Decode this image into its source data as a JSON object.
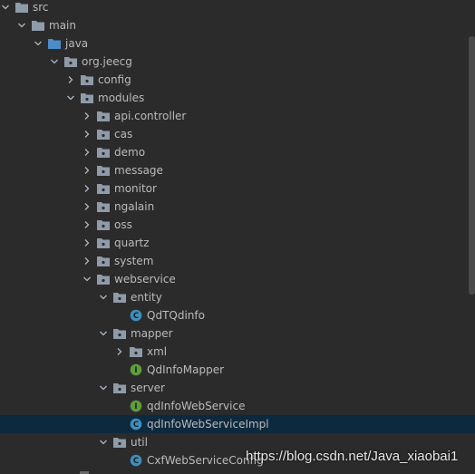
{
  "tree": [
    {
      "label": "src",
      "depth": 0,
      "expanded": true,
      "icon": "folder"
    },
    {
      "label": "main",
      "depth": 1,
      "expanded": true,
      "icon": "folder"
    },
    {
      "label": "java",
      "depth": 2,
      "expanded": true,
      "icon": "folder-source"
    },
    {
      "label": "org.jeecg",
      "depth": 3,
      "expanded": true,
      "icon": "package"
    },
    {
      "label": "config",
      "depth": 4,
      "expanded": false,
      "icon": "package"
    },
    {
      "label": "modules",
      "depth": 4,
      "expanded": true,
      "icon": "package"
    },
    {
      "label": "api.controller",
      "depth": 5,
      "expanded": false,
      "icon": "package"
    },
    {
      "label": "cas",
      "depth": 5,
      "expanded": false,
      "icon": "package"
    },
    {
      "label": "demo",
      "depth": 5,
      "expanded": false,
      "icon": "package"
    },
    {
      "label": "message",
      "depth": 5,
      "expanded": false,
      "icon": "package"
    },
    {
      "label": "monitor",
      "depth": 5,
      "expanded": false,
      "icon": "package"
    },
    {
      "label": "ngalain",
      "depth": 5,
      "expanded": false,
      "icon": "package"
    },
    {
      "label": "oss",
      "depth": 5,
      "expanded": false,
      "icon": "package"
    },
    {
      "label": "quartz",
      "depth": 5,
      "expanded": false,
      "icon": "package"
    },
    {
      "label": "system",
      "depth": 5,
      "expanded": false,
      "icon": "package"
    },
    {
      "label": "webservice",
      "depth": 5,
      "expanded": true,
      "icon": "package"
    },
    {
      "label": "entity",
      "depth": 6,
      "expanded": true,
      "icon": "package"
    },
    {
      "label": "QdTQdinfo",
      "depth": 7,
      "icon": "class"
    },
    {
      "label": "mapper",
      "depth": 6,
      "expanded": true,
      "icon": "package"
    },
    {
      "label": "xml",
      "depth": 7,
      "expanded": false,
      "icon": "package"
    },
    {
      "label": "QdInfoMapper",
      "depth": 7,
      "icon": "interface"
    },
    {
      "label": "server",
      "depth": 6,
      "expanded": true,
      "icon": "package"
    },
    {
      "label": "qdInfoWebService",
      "depth": 7,
      "icon": "interface"
    },
    {
      "label": "qdInfoWebServiceImpl",
      "depth": 7,
      "icon": "class",
      "selected": true
    },
    {
      "label": "util",
      "depth": 6,
      "expanded": true,
      "icon": "package"
    },
    {
      "label": "CxfWebServiceConfig",
      "depth": 7,
      "icon": "class"
    }
  ],
  "watermark": "https://blog.csdn.net/Java_xiaobai1",
  "colors": {
    "background": "#2b2b2b",
    "selection": "#0d293e",
    "text": "#bbbbbb",
    "folder": "#8f9ba8",
    "class": "#3d8fbf",
    "interface": "#5d9e3b",
    "source_folder": "#4b8dc8"
  }
}
